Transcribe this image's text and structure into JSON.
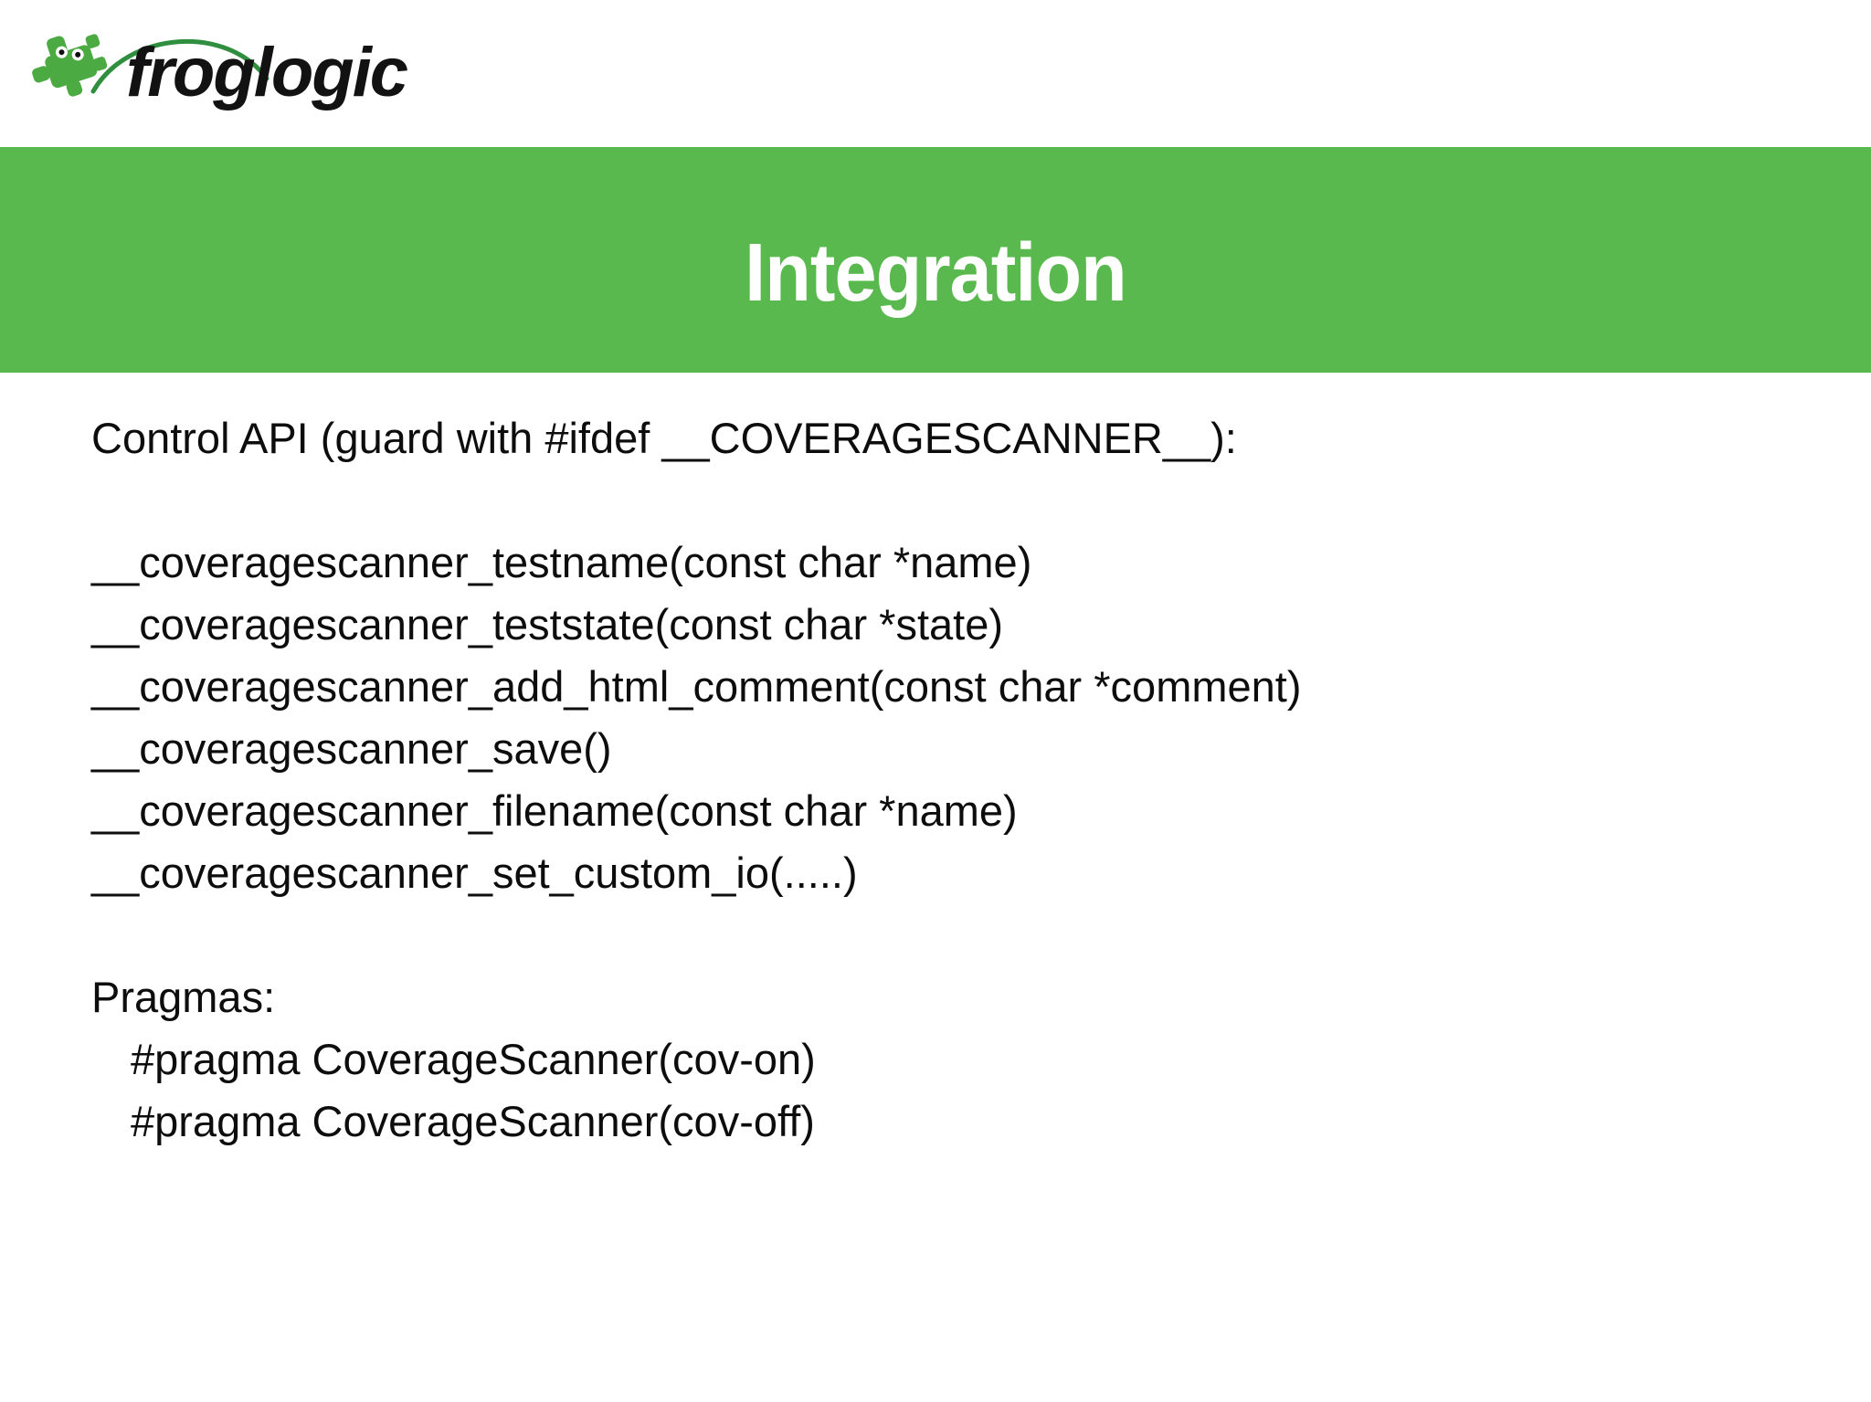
{
  "brand": {
    "logo_wordmark": "froglogic",
    "logo_icon_name": "frog-mascot-icon",
    "logo_arc_color": "#2f8f3e",
    "logo_frog_color": "#4bab42",
    "wordmark_color": "#121212"
  },
  "banner": {
    "title": "Integration",
    "background_color": "#59b94e",
    "text_color": "#ffffff"
  },
  "body": {
    "intro": "Control API (guard with #ifdef __COVERAGESCANNER__):",
    "api_functions": [
      "__coveragescanner_testname(const char *name)",
      "__coveragescanner_teststate(const char *state)",
      "__coveragescanner_add_html_comment(const char *comment)",
      "__coveragescanner_save()",
      "__coveragescanner_filename(const char *name)",
      "__coveragescanner_set_custom_io(.....)"
    ],
    "pragmas_heading": "Pragmas:",
    "pragmas": [
      "#pragma CoverageScanner(cov-on)",
      "#pragma CoverageScanner(cov-off)"
    ]
  }
}
